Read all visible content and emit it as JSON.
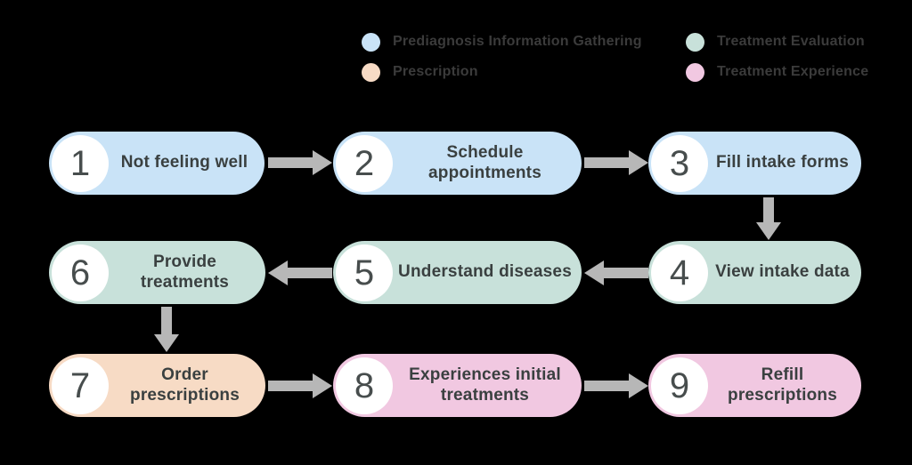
{
  "legend": {
    "items": [
      {
        "label": "Prediagnosis Information Gathering",
        "color": "#c9e3f7"
      },
      {
        "label": "Treatment Evaluation",
        "color": "#c8e1da"
      },
      {
        "label": "Prescription",
        "color": "#f7dbc5"
      },
      {
        "label": "Treatment Experience",
        "color": "#f1c8e1"
      }
    ]
  },
  "steps": [
    {
      "number": "1",
      "label": "Not feeling well",
      "category": "Prediagnosis Information Gathering",
      "fill": "#c9e3f7"
    },
    {
      "number": "2",
      "label": "Schedule appointments",
      "category": "Prediagnosis Information Gathering",
      "fill": "#c9e3f7"
    },
    {
      "number": "3",
      "label": "Fill intake forms",
      "category": "Prediagnosis Information Gathering",
      "fill": "#c9e3f7"
    },
    {
      "number": "4",
      "label": "View intake data",
      "category": "Treatment Evaluation",
      "fill": "#c8e1da"
    },
    {
      "number": "5",
      "label": "Understand diseases",
      "category": "Treatment Evaluation",
      "fill": "#c8e1da"
    },
    {
      "number": "6",
      "label": "Provide treatments",
      "category": "Treatment Evaluation",
      "fill": "#c8e1da"
    },
    {
      "number": "7",
      "label": "Order prescriptions",
      "category": "Prescription",
      "fill": "#f7dbc5"
    },
    {
      "number": "8",
      "label": "Experiences initial treatments",
      "category": "Treatment Experience",
      "fill": "#f1c8e1"
    },
    {
      "number": "9",
      "label": "Refill prescriptions",
      "category": "Treatment Experience",
      "fill": "#f1c8e1"
    }
  ],
  "flow_order": [
    "1>2",
    "2>3",
    "3>4",
    "4>5",
    "5>6",
    "6>7",
    "7>8",
    "8>9"
  ],
  "colors": {
    "background": "#000000",
    "arrow": "#b7b7b7",
    "step_circle": "#ffffff",
    "step_number_text": "#474d4d",
    "step_label_text": "#3a4040",
    "legend_text": "#3b3b3b"
  }
}
